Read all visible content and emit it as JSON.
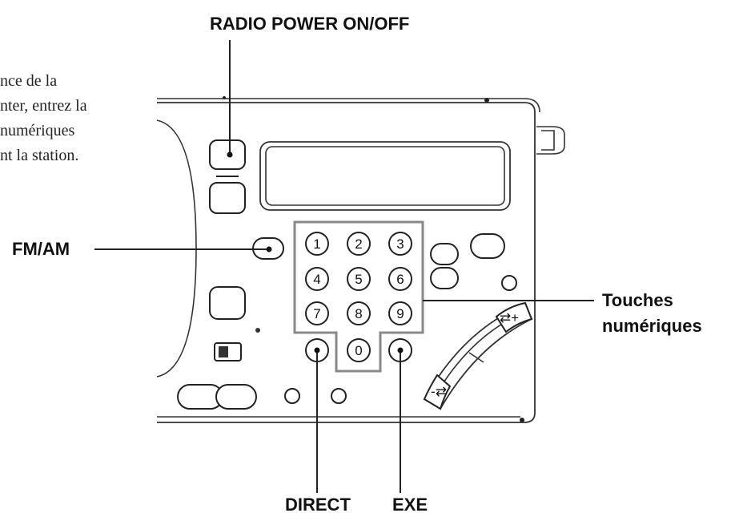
{
  "labels": {
    "radio_power": "RADIO POWER ON/OFF",
    "fm_am": "FM/AM",
    "numeric_keys_line1": "Touches",
    "numeric_keys_line2": "numériques",
    "direct": "DIRECT",
    "exe": "EXE"
  },
  "side_text": {
    "line1": "nce de la",
    "line2": "nter, entrez la",
    "line3": "numériques",
    "line4": "nt la station."
  },
  "keypad": {
    "keys": [
      "1",
      "2",
      "3",
      "4",
      "5",
      "6",
      "7",
      "8",
      "9",
      "0"
    ]
  },
  "tuning": {
    "up_label": "⇄+",
    "down_label": "-⇄"
  }
}
